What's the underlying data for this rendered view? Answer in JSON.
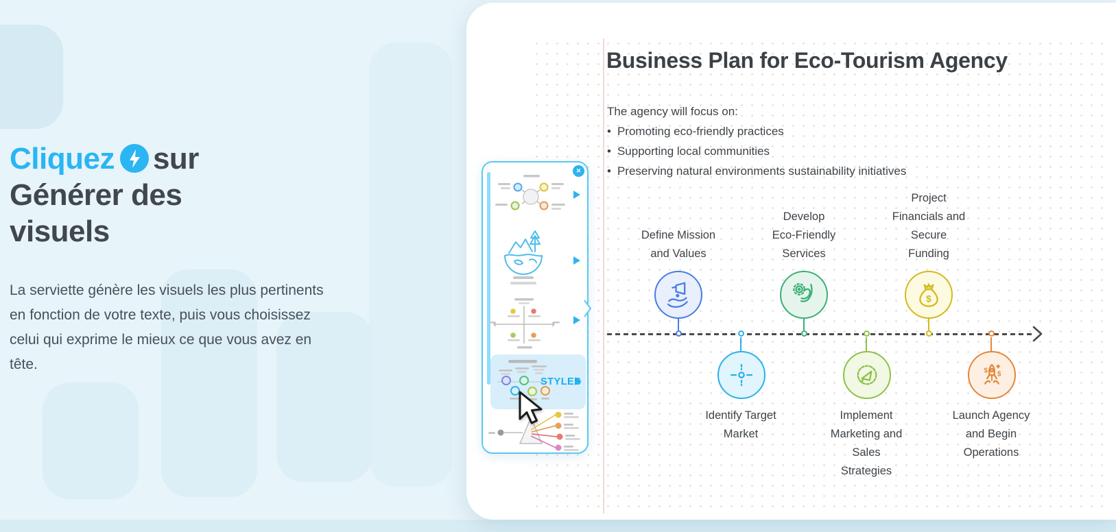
{
  "hero": {
    "heading_accent": "Cliquez",
    "heading_rest_line1": "sur",
    "heading_line2": "Générer des",
    "heading_line3": "visuels",
    "accent_color": "#2ab5f3",
    "paragraph": "La serviette génère les visuels les plus pertinents en fonction de votre texte, puis vous choisissez celui qui exprime le mieux ce que vous avez en tête."
  },
  "document": {
    "title": "Business Plan for Eco-Tourism Agency",
    "intro": "The agency will focus on:",
    "bullets": [
      "Promoting eco-friendly practices",
      "Supporting local communities",
      "Preserving natural environments sustainability initiatives"
    ]
  },
  "styles_panel": {
    "label": "STYLES",
    "close_label": "✕",
    "thumbnails": [
      "radial-diagram",
      "earth-illustration",
      "quadrant-matrix",
      "timeline-diagram",
      "prism-diagram"
    ]
  },
  "timeline": {
    "type": "timeline",
    "steps": [
      {
        "label": "Define Mission\nand Values",
        "icon": "megaphone-hand",
        "color": "#4a7de0",
        "fill": "#e9effc",
        "row": "top"
      },
      {
        "label": "Identify Target\nMarket",
        "icon": "target-crosshair",
        "color": "#2cb0e8",
        "fill": "#e1f5fd",
        "row": "bottom"
      },
      {
        "label": "Develop\nEco-Friendly\nServices",
        "icon": "gear-hand",
        "color": "#3cb077",
        "fill": "#e6f5ec",
        "row": "top"
      },
      {
        "label": "Implement\nMarketing and\nSales\nStrategies",
        "icon": "promo-badge",
        "color": "#8fc04a",
        "fill": "#f1f8e3",
        "row": "bottom"
      },
      {
        "label": "Project\nFinancials and\nSecure\nFunding",
        "icon": "money-bag",
        "color": "#d4b91c",
        "fill": "#fdfae2",
        "row": "top"
      },
      {
        "label": "Launch Agency\nand Begin\nOperations",
        "icon": "rocket",
        "color": "#e2873b",
        "fill": "#fdf0e2",
        "row": "bottom"
      }
    ]
  }
}
